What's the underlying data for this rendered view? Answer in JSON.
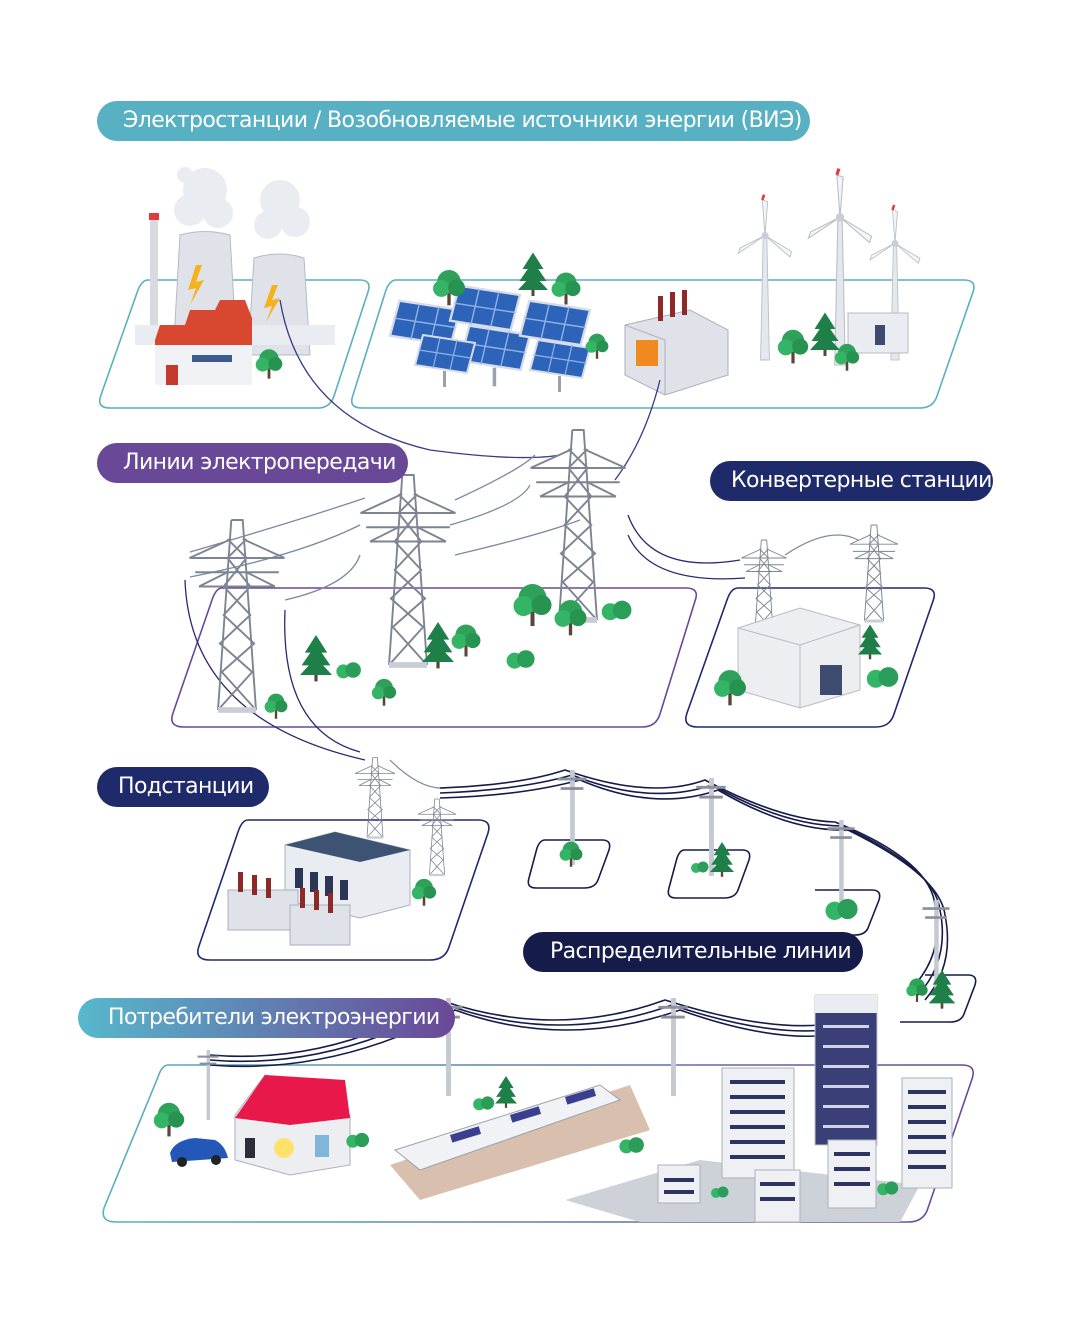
{
  "labels": {
    "generation": "Электростанции / Возобновляемые источники энергии (ВИЭ)",
    "transmission": "Линии электропередачи",
    "converter": "Конвертерные станции",
    "substations": "Подстанции",
    "distribution": "Распределительные линии",
    "consumers": "Потребители электроэнергии"
  },
  "colors": {
    "teal": "#57b1c2",
    "purple": "#6a4898",
    "navy": "#1f2a6b",
    "dark_navy": "#161c4a"
  }
}
